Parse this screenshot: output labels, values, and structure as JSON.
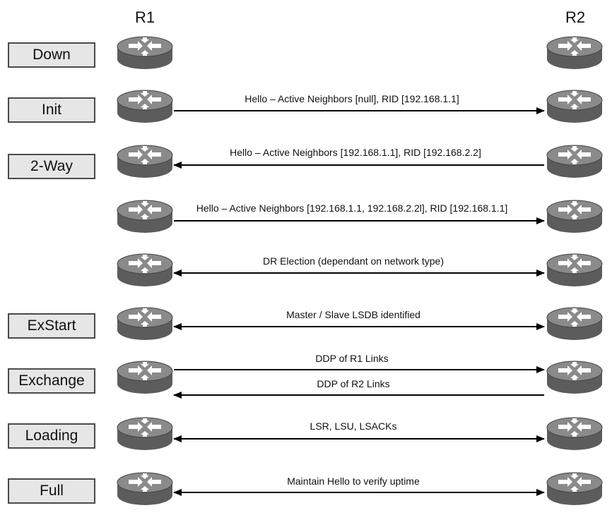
{
  "routers": {
    "left": "R1",
    "right": "R2"
  },
  "states": [
    "Down",
    "Init",
    "2-Way",
    "ExStart",
    "Exchange",
    "Loading",
    "Full"
  ],
  "messages": [
    "Hello – Active Neighbors [null], RID [192.168.1.1]",
    "Hello – Active Neighbors [192.168.1.1], RID [192.168.2.2]",
    "Hello – Active Neighbors [192.168.1.1, 192.168.2.2l], RID [192.168.1.1]",
    "DR Election (dependant on network type)",
    "Master / Slave LSDB identified",
    "DDP of R1 Links",
    "DDP of R2 Links",
    "LSR, LSU, LSACKs",
    "Maintain Hello to verify uptime"
  ],
  "colors": {
    "router_body": "#5c5c5c",
    "router_top": "#8a8a8a",
    "state_fill": "#e6e6e6",
    "arrow": "#000000"
  }
}
